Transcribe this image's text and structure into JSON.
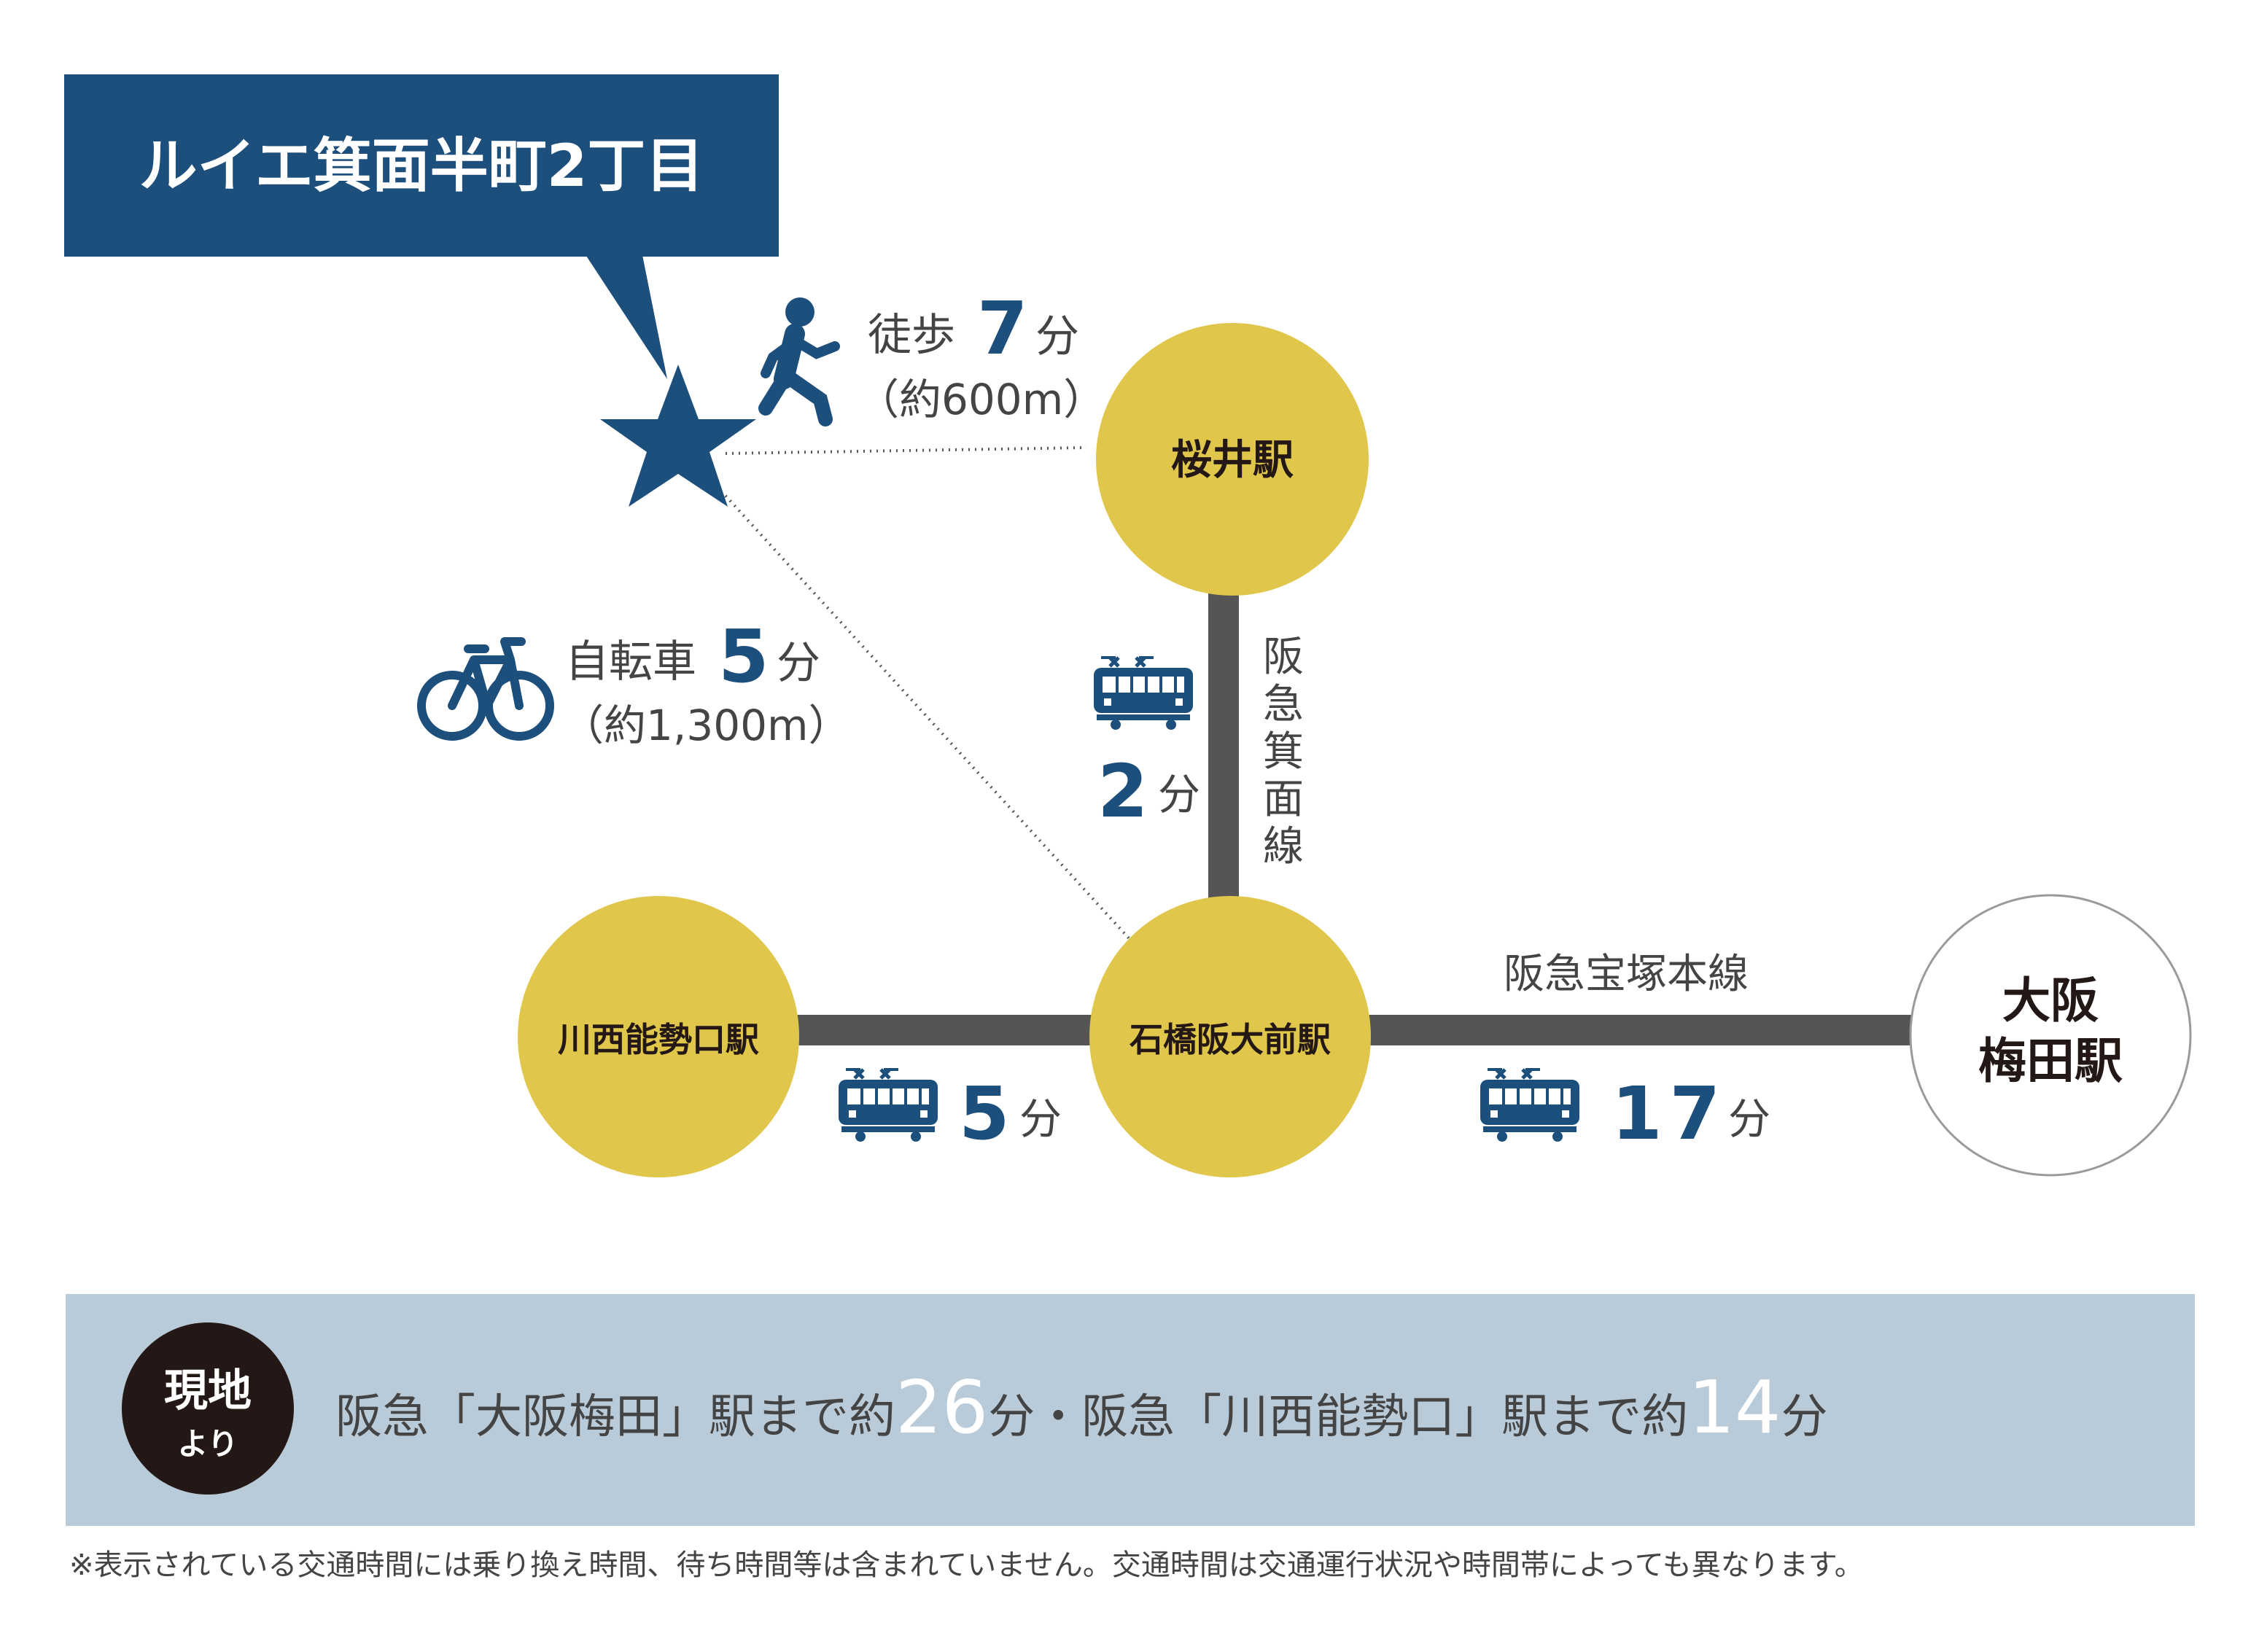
{
  "property": {
    "name": "ルイエ箕面半町2丁目"
  },
  "walk": {
    "label": "徒歩",
    "minutes": "7",
    "unit": "分",
    "distance": "（約600m）"
  },
  "bike": {
    "label": "自転車",
    "minutes": "5",
    "unit": "分",
    "distance": "（約1,300m）"
  },
  "stations": {
    "sakurai": "桜井駅",
    "kawanishi": "川西能勢口駅",
    "ishibashi": "石橋阪大前駅",
    "umeda_line1": "大阪",
    "umeda_line2": "梅田駅"
  },
  "lines": {
    "minoh": [
      "阪",
      "急",
      "箕",
      "面",
      "線"
    ],
    "takarazuka": "阪急宝塚本線"
  },
  "rides": {
    "sakurai_ishibashi": {
      "minutes": "2",
      "unit": "分"
    },
    "kawanishi_ishibashi": {
      "minutes": "5",
      "unit": "分"
    },
    "ishibashi_umeda": {
      "minutes": "17",
      "unit": "分"
    }
  },
  "summary": {
    "badge_line1": "現地",
    "badge_line2": "より",
    "part1": "阪急「大阪梅田」駅まで約",
    "num1": "26",
    "unit1": "分・阪急「川西能勢口」駅まで約",
    "num2": "14",
    "unit2": "分"
  },
  "note": "※表示されている交通時間には乗り換え時間、待ち時間等は含まれていません。交通時間は交通運行状況や時間帯によっても異なります。",
  "colors": {
    "navy": "#1d4f7c",
    "station": "#e0c64a",
    "track": "#555555",
    "banner": "#b9cad8",
    "badge": "#231815"
  },
  "icons": [
    "star-icon",
    "walker-icon",
    "bicycle-icon",
    "train-icon"
  ]
}
